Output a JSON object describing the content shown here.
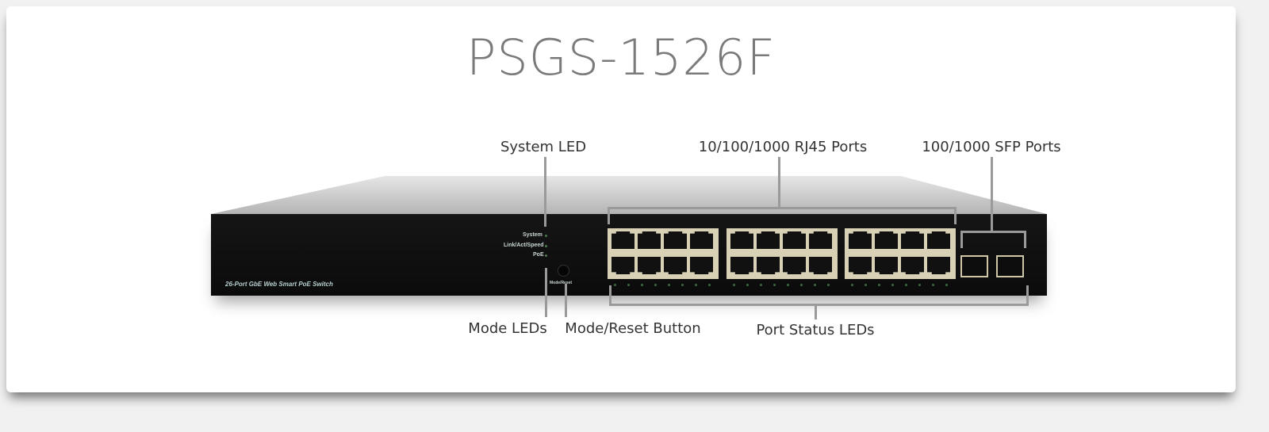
{
  "title": "PSGS-1526F",
  "callouts": {
    "system_led": "System LED",
    "rj45_ports": "10/100/1000 RJ45 Ports",
    "sfp_ports": "100/1000 SFP Ports",
    "mode_leds": "Mode LEDs",
    "mode_reset_button": "Mode/Reset Button",
    "port_status_leds": "Port Status LEDs"
  },
  "panel": {
    "model_text": "26-Port GbE Web Smart PoE Switch",
    "led_system": "System",
    "led_link": "Link/Act/Speed",
    "led_poe": "PoE",
    "button_label": "Mode/Reset"
  },
  "colors": {
    "port_frame": "#d9d1b5",
    "panel": "#111111",
    "callout_line": "#9a9a9a"
  }
}
